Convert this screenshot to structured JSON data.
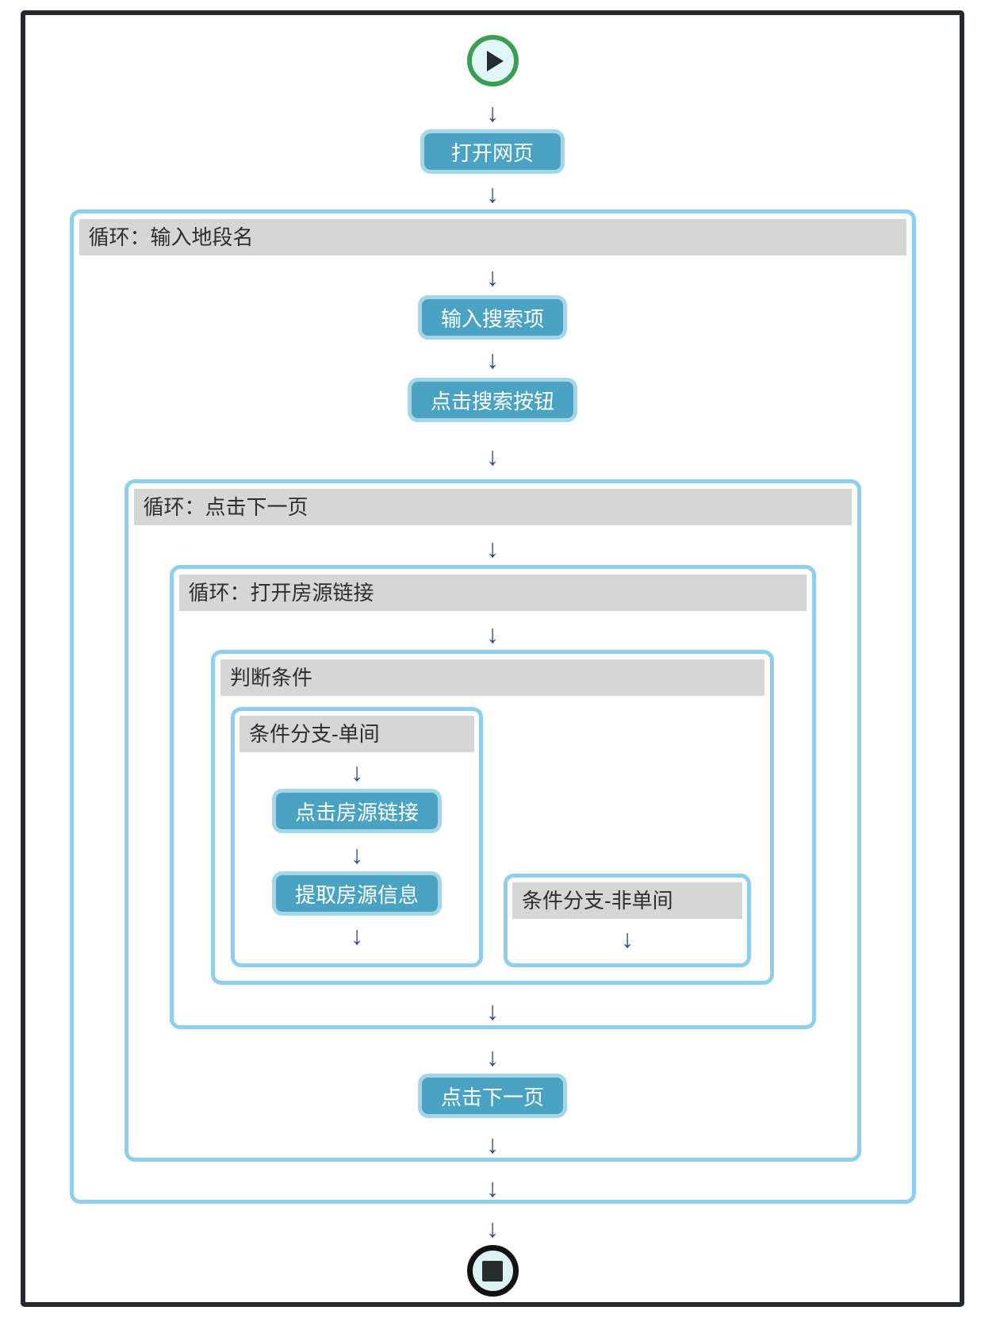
{
  "arrow": "↓",
  "nodes": {
    "open_webpage": "打开网页",
    "input_search": "输入搜索项",
    "click_search_button": "点击搜索按钮",
    "click_listing_link": "点击房源链接",
    "extract_listing_info": "提取房源信息",
    "click_next_page": "点击下一页"
  },
  "containers": {
    "loop_input_area": "循环：输入地段名",
    "loop_click_next_page": "循环：点击下一页",
    "loop_open_listing_links": "循环：打开房源链接",
    "condition": "判断条件",
    "branch_single_room": "条件分支-单间",
    "branch_not_single_room": "条件分支-非单间"
  },
  "colors": {
    "node_fill": "#4AA3C3",
    "node_border": "#A4D6E7",
    "node_text": "#FFFFFF",
    "container_border": "#8DCFEC",
    "header_bg": "#D6D6D6",
    "header_text": "#2E2E2E",
    "frame_border": "#26292E",
    "arrow": "#32487E",
    "start_ring": "#3C9E52",
    "stop_ring": "#121212",
    "icon_fill": "#E1F6F8"
  }
}
